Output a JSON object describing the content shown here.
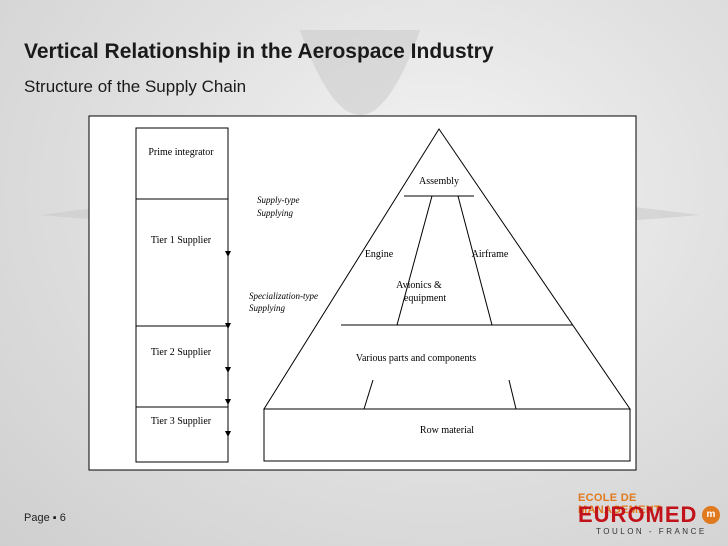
{
  "slide": {
    "title": "Vertical Relationship in the Aerospace Industry",
    "subtitle": "Structure of the Supply Chain",
    "footer": "Page ▪ 6"
  },
  "diagram": {
    "tiers": [
      "Prime integrator",
      "Tier 1 Supplier",
      "Tier 2 Supplier",
      "Tier 3 Supplier"
    ],
    "annotations": {
      "supply_line1": "Supply-type",
      "supply_line2": "Supplying",
      "spec_line1": "Specialization-type",
      "spec_line2": "Supplying"
    },
    "pyramid": {
      "assembly": "Assembly",
      "engine": "Engine",
      "airframe": "Airframe",
      "avionics_line1": "Avionics &",
      "avionics_line2": "equipment",
      "parts": "Various parts and components",
      "raw": "Row material"
    }
  },
  "logo": {
    "top": "ECOLE DE MANAGEMENT",
    "main": "EUROMED",
    "sub": "TOULON - FRANCE",
    "badge": "m"
  }
}
